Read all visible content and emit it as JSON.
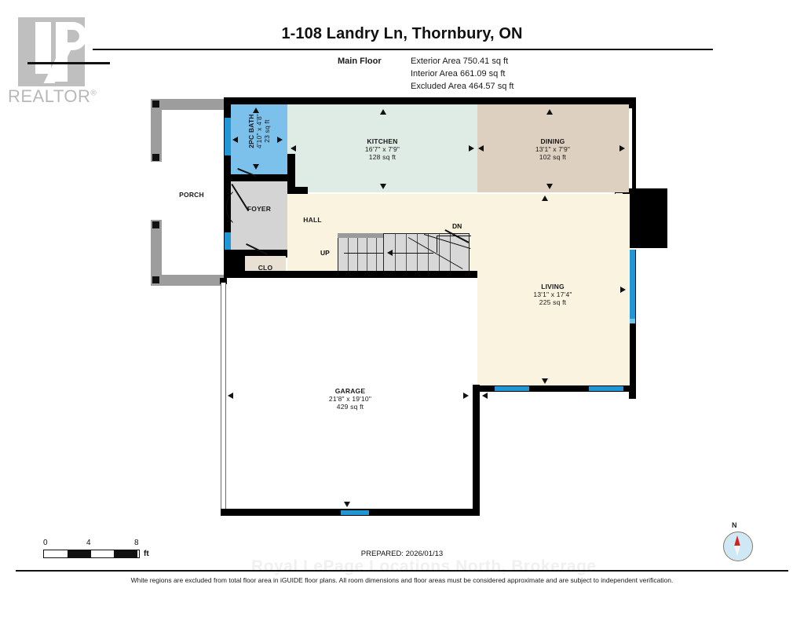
{
  "header": {
    "title": "1-108 Landry Ln, Thornbury, ON",
    "floor_label": "Main Floor",
    "exterior_area": "Exterior Area 750.41 sq ft",
    "interior_area": "Interior Area 661.09 sq ft",
    "excluded_area": "Excluded Area 464.57 sq ft"
  },
  "logo": {
    "wordmark": "REALTOR",
    "registered": "®"
  },
  "rooms": [
    {
      "id": "kitchen",
      "name": "KITCHEN",
      "dimensions": "16'7\" x 7'9\"",
      "area": "128 sq ft",
      "color": "#dfece6"
    },
    {
      "id": "dining",
      "name": "DINING",
      "dimensions": "13'1\" x 7'9\"",
      "area": "102 sq ft",
      "color": "#ddd0c0"
    },
    {
      "id": "living",
      "name": "LIVING",
      "dimensions": "13'1\" x 17'4\"",
      "area": "225 sq ft",
      "color": "#faf3df"
    },
    {
      "id": "garage",
      "name": "GARAGE",
      "dimensions": "21'8\" x 19'10\"",
      "area": "429 sq ft",
      "color": "#ffffff"
    },
    {
      "id": "bath",
      "name": "2PC BATH",
      "dimensions": "4'10\" x 4'8\"",
      "area": "23 sq ft",
      "color": "#7cc0ec"
    },
    {
      "id": "porch",
      "name": "PORCH",
      "dimensions": "",
      "area": "",
      "color": "#ffffff"
    },
    {
      "id": "foyer",
      "name": "FOYER",
      "dimensions": "",
      "area": "",
      "color": "#d4d4d4"
    },
    {
      "id": "hall",
      "name": "HALL",
      "dimensions": "",
      "area": "",
      "color": "#faf3df"
    },
    {
      "id": "clo",
      "name": "CLO",
      "dimensions": "",
      "area": "",
      "color": "#e8e0d2"
    }
  ],
  "stairs": {
    "up_label": "UP",
    "down_label": "DN"
  },
  "scale": {
    "tick_0": "0",
    "tick_4": "4",
    "tick_8": "8",
    "unit": "ft"
  },
  "footer": {
    "prepared": "PREPARED: 2026/01/13",
    "watermark": "Royal LePage Locations North, Brokerage",
    "disclaimer": "White regions are excluded from total floor area in iGUIDE floor plans. All room dimensions and floor areas must be considered approximate and are subject to independent verification."
  },
  "compass": {
    "north_label": "N"
  },
  "colors": {
    "wall": "#000000",
    "porch_wall": "#9d9d9d",
    "window": "#2196d4",
    "kitchen": "#dfece6",
    "dining": "#ddd0c0",
    "living": "#faf3df",
    "foyer": "#d4d4d4",
    "bath": "#7cc0ec",
    "closet": "#e8e0d2"
  }
}
